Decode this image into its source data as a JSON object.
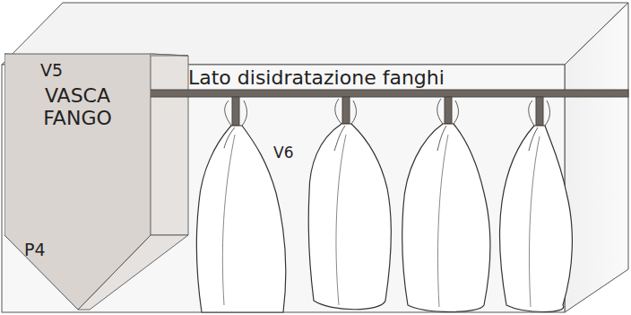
{
  "diagram": {
    "nodes": [
      {
        "text": [
          "V5",
          "VASCA FANGO",
          "P4"
        ]
      }
    ],
    "labels": [
      "Lato disidratazione fanghi",
      "V6"
    ]
  }
}
